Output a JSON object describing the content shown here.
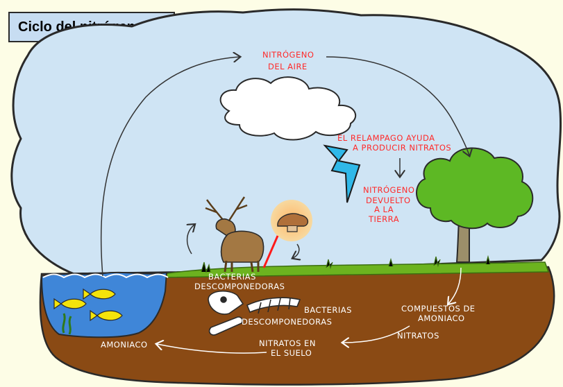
{
  "title": "Ciclo del nitrógeno",
  "labels": {
    "air_nitrogen_1": "NITRÓGENO",
    "air_nitrogen_2": "DEL AIRE",
    "lightning_1": "EL RELAMPAGO AYUDA",
    "lightning_2": "A PRODUCIR NITRATOS",
    "returned_1": "NITRÓGENO",
    "returned_2": "DEVUELTO",
    "returned_3": "A LA",
    "returned_4": "TIERRA",
    "decomposers_a_1": "BACTERIAS",
    "decomposers_a_2": "DESCOMPONEDORAS",
    "decomposers_b_1": "BACTERIAS",
    "decomposers_b_2": "DESCOMPONEDORAS",
    "ammonium_1": "COMPUESTOS DE",
    "ammonium_2": "AMONIACO",
    "nitrates": "NITRATOS",
    "soil_nitrates_1": "NITRATOS EN",
    "soil_nitrates_2": "EL SUELO",
    "ammonia": "AMONIACO"
  },
  "colors": {
    "sky": "#cfe4f4",
    "soil": "#8a4a14",
    "grass": "#6cb31f",
    "water": "#3f86d8",
    "red_text": "#ff2a2a",
    "title_bg": "#c7ddf2"
  }
}
